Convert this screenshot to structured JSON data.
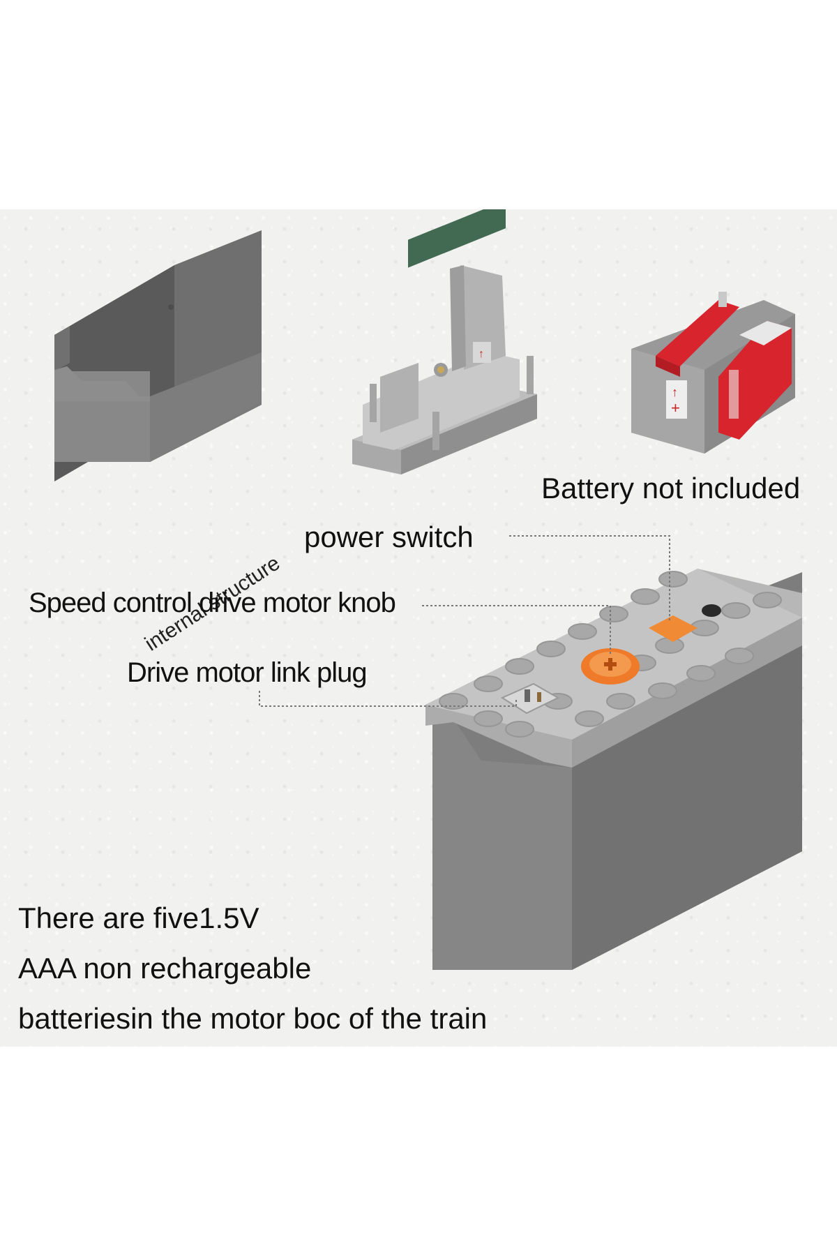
{
  "labels": {
    "internal_structure": "internal structure",
    "battery_not_included": "Battery not included",
    "power_switch": "power switch",
    "speed_knob": "Speed control drive motor knob",
    "link_plug": "Drive motor link plug"
  },
  "note": {
    "line1": "There are five1.5V",
    "line2": "AAA non rechargeable",
    "line3": "batteriesin the motor boc of the train"
  },
  "colors": {
    "panel_background": "#f1f1f0",
    "box_gray": "#808080",
    "lid_gray": "#b9b9b9",
    "knob_orange": "#ef7a2a",
    "switch_orange": "#f08a34",
    "battery_red": "#d8242c"
  }
}
